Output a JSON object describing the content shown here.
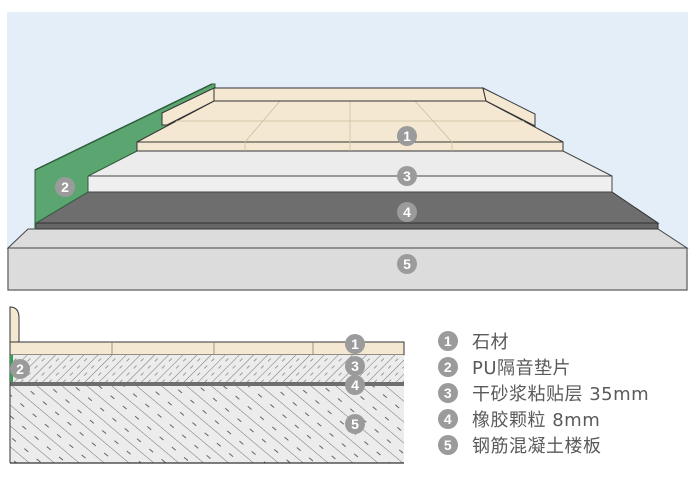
{
  "title": "石材地面隔音构造示意",
  "colors": {
    "sky": "#e4eef9",
    "stone": "#f4e8d2",
    "pu_pad": "#5aa570",
    "mortar": "#ececec",
    "rubber": "#6e6e6e",
    "slab": "#dcdcdc",
    "badge": "#9b9b9b",
    "outline": "#333333"
  },
  "layers": [
    {
      "num": "1",
      "label": "石材"
    },
    {
      "num": "2",
      "label": "PU隔音垫片"
    },
    {
      "num": "3",
      "label": "干砂浆粘贴层 35mm"
    },
    {
      "num": "4",
      "label": "橡胶颗粒 8mm"
    },
    {
      "num": "5",
      "label": "钢筋混凝土楼板"
    }
  ],
  "iso_badges": [
    "1",
    "3",
    "2",
    "4",
    "5"
  ],
  "section_badges": [
    "1",
    "3",
    "2",
    "4",
    "5"
  ]
}
